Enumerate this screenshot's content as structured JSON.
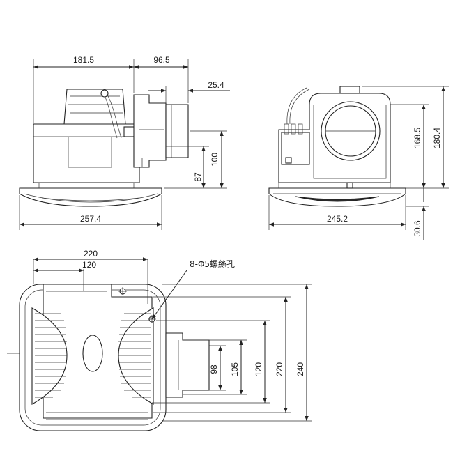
{
  "front_view": {
    "dim_top_left": "181.5",
    "dim_top_right": "96.5",
    "dim_duct_offset": "25.4",
    "dim_height_100": "100",
    "dim_height_87": "87",
    "dim_width": "257.4"
  },
  "side_view": {
    "dim_width": "245.2",
    "dim_height_168": "168.5",
    "dim_height_180": "180.4",
    "dim_panel": "30.6"
  },
  "plan_view": {
    "dim_220_horizontal": "220",
    "dim_120_horizontal": "120",
    "screw_note": "8-Φ5螺絲孔",
    "dim_98": "98",
    "dim_105": "105",
    "dim_120_vertical": "120",
    "dim_220_vertical": "220",
    "dim_240": "240"
  },
  "colors": {
    "line": "#222222",
    "background": "#ffffff"
  }
}
